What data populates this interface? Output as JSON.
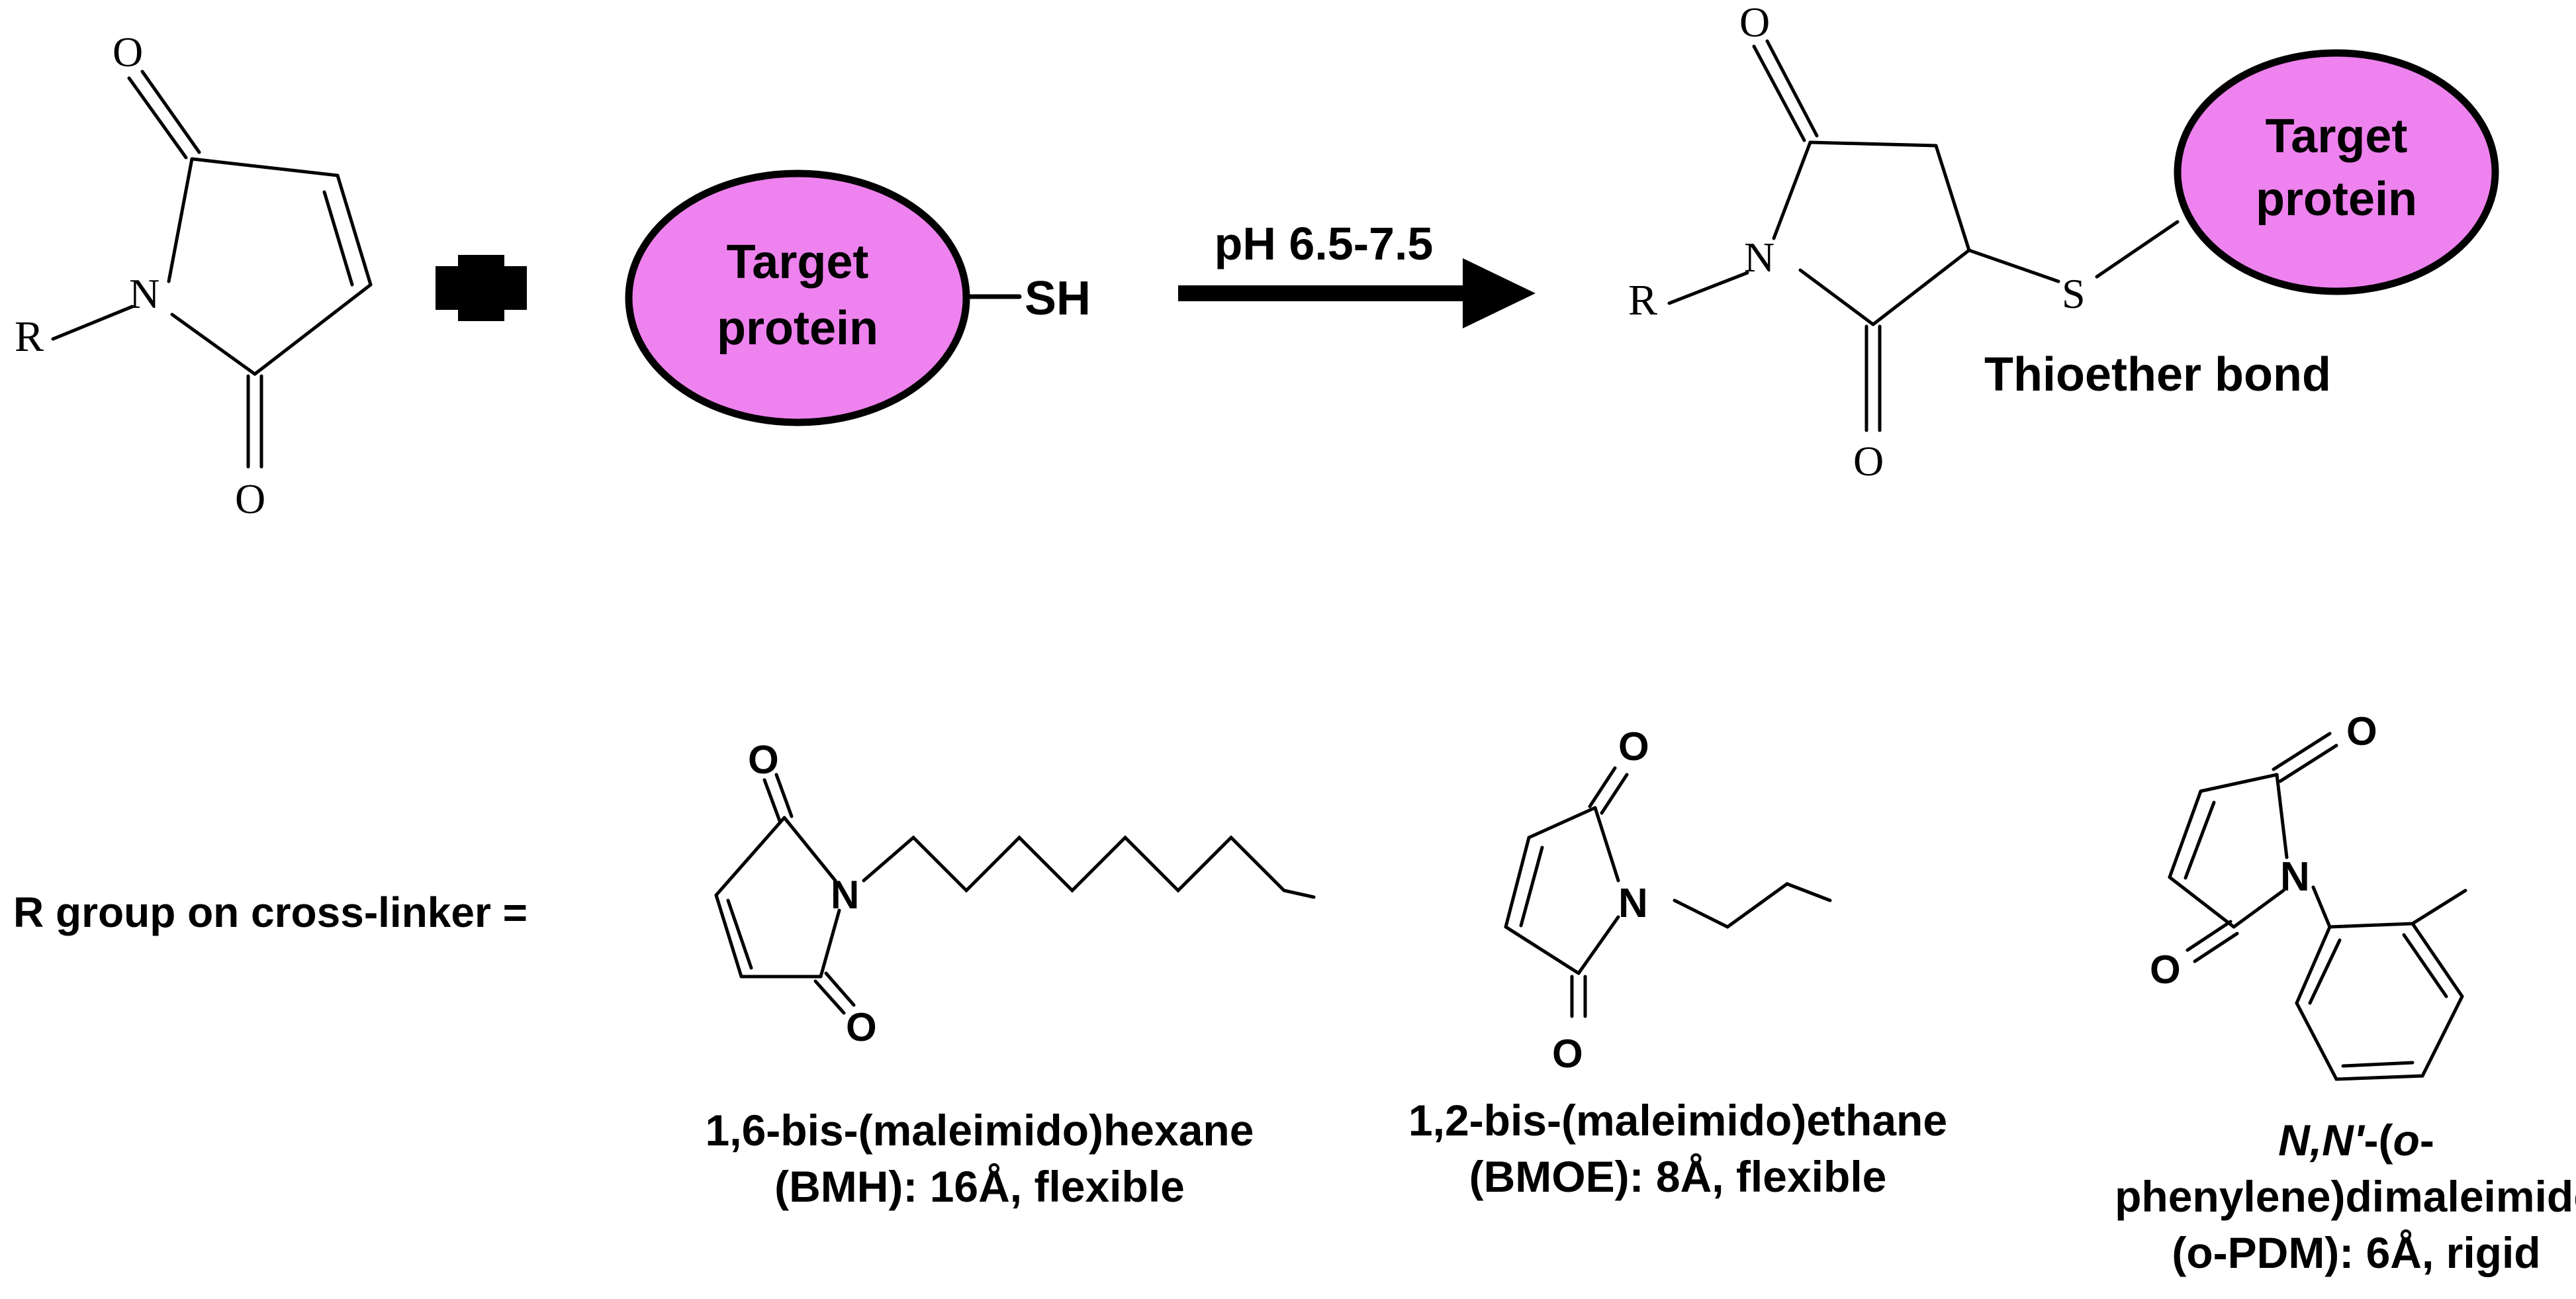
{
  "reaction": {
    "plus_sign": "plus-symbol",
    "condition": "pH 6.5-7.5",
    "thiol_group": "SH",
    "thioether_atom": "S",
    "bond_label": "Thioether bond",
    "protein": {
      "line1": "Target",
      "line2": "protein",
      "fill_color": "#EE82EE"
    },
    "atoms": {
      "oxygen": "O",
      "nitrogen": "N",
      "r_group": "R"
    }
  },
  "cross_linkers": {
    "lead_label": "R group on cross-linker =",
    "items": [
      {
        "name_line1": "1,6-bis-(maleimido)hexane",
        "name_line2": "(BMH): 16Å, flexible"
      },
      {
        "name_line1": "1,2-bis-(maleimido)ethane",
        "name_line2": "(BMOE): 8Å, flexible"
      },
      {
        "name_line1_italic": "N,N'",
        "name_line1_plain": "-(",
        "name_line1_italic2": "o",
        "name_line1_tail": "-",
        "name_line2": "phenylene)dimaleimide",
        "name_line3": "(o-PDM): 6Å, rigid"
      }
    ]
  }
}
